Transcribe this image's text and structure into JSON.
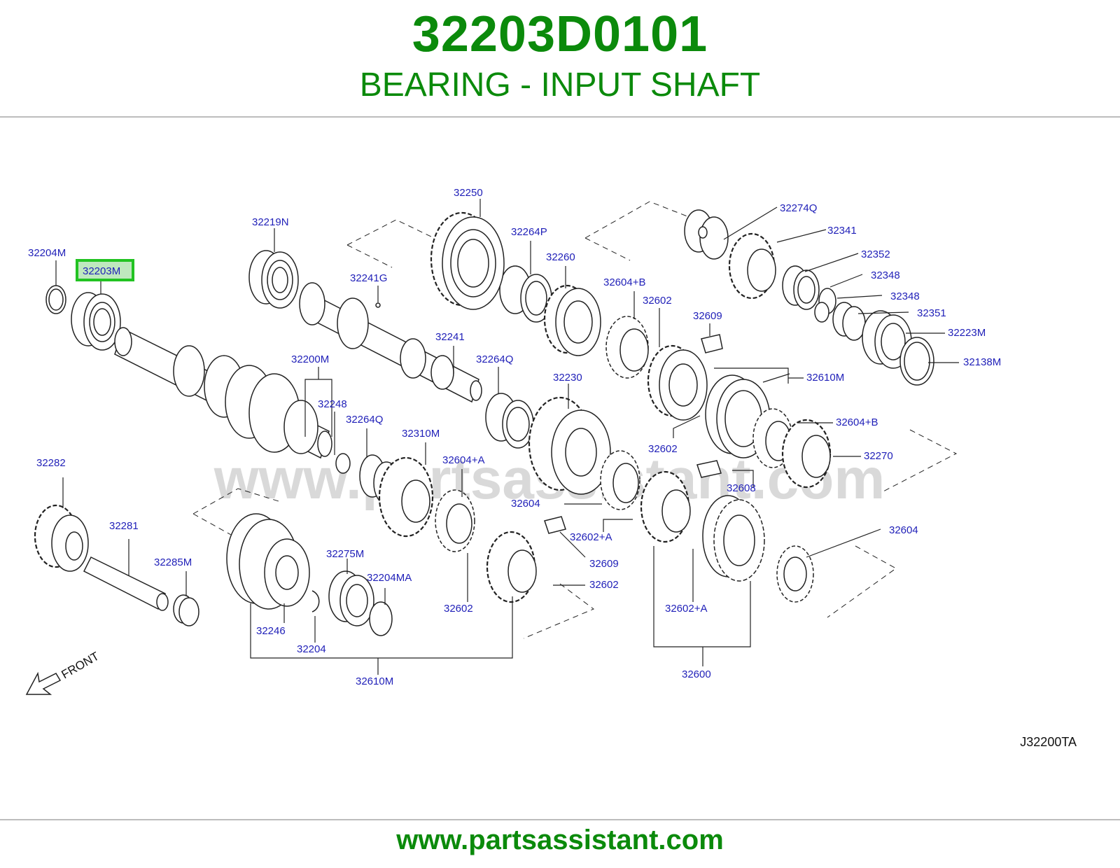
{
  "header": {
    "part_number": "32203D0101",
    "description": "BEARING - INPUT SHAFT"
  },
  "diagram": {
    "highlighted_label": "32203M",
    "labels": {
      "l32204M": "32204M",
      "l32203M": "32203M",
      "l32219N": "32219N",
      "l32250": "32250",
      "l32264P": "32264P",
      "l32260": "32260",
      "l32241G": "32241G",
      "l32241": "32241",
      "l32264Q_a": "32264Q",
      "l32200M": "32200M",
      "l32248": "32248",
      "l32264Q_b": "32264Q",
      "l32310M": "32310M",
      "l32604A_a": "32604+A",
      "l32604B_a": "32604+B",
      "l32602_a": "32602",
      "l32609_a": "32609",
      "l32274Q": "32274Q",
      "l32341": "32341",
      "l32352": "32352",
      "l32348_a": "32348",
      "l32348_b": "32348",
      "l32351": "32351",
      "l32223M": "32223M",
      "l32138M": "32138M",
      "l32610M_a": "32610M",
      "l32230": "32230",
      "l32604B_b": "32604+B",
      "l32270": "32270",
      "l32602_b": "32602",
      "l32608": "32608",
      "l32604_a": "32604",
      "l32602A_a": "32602+A",
      "l32609_b": "32609",
      "l32602_c": "32602",
      "l32602_d": "32602",
      "l32604_b": "32604",
      "l32602A_b": "32602+A",
      "l32600": "32600",
      "l32282": "32282",
      "l32281": "32281",
      "l32285M": "32285M",
      "l32275M": "32275M",
      "l32204MA": "32204MA",
      "l32246": "32246",
      "l32204": "32204",
      "l32610M_b": "32610M"
    },
    "front_label": "FRONT",
    "diagram_code": "J32200TA",
    "watermark": "www.partsassistant.com"
  },
  "footer": {
    "url": "www.partsassistant.com"
  },
  "colors": {
    "brand_green": "#0b8a0b",
    "label_blue": "#1f1fb8",
    "highlight": "#22c322"
  }
}
